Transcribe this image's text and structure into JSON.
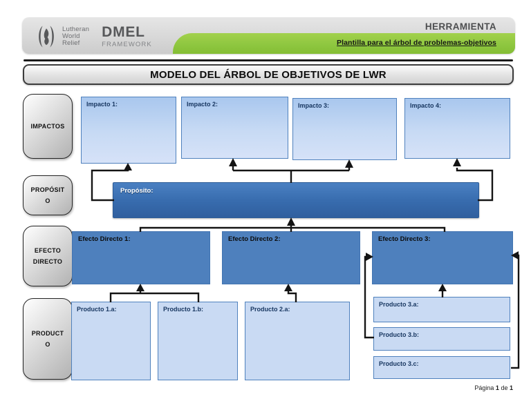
{
  "header": {
    "org_line1": "Lutheran",
    "org_line2": "World",
    "org_line3": "Relief",
    "brand": "DMEL",
    "brand_sub": "FRAMEWORK",
    "right_title": "HERRAMIENTA",
    "banner_link": "Plantilla para el árbol de problemas-objetivos"
  },
  "title": "MODELO DEL ÁRBOL DE OBJETIVOS DE LWR",
  "row_labels": {
    "impactos": {
      "lines": [
        "IMPACTOS"
      ]
    },
    "proposito": {
      "lines": [
        "PROPÓSIT",
        "O"
      ]
    },
    "efecto": {
      "lines": [
        "EFECTO",
        "DIRECTO"
      ]
    },
    "producto": {
      "lines": [
        "PRODUCT",
        "O"
      ]
    }
  },
  "impactos": [
    {
      "label": "Impacto 1:"
    },
    {
      "label": "Impacto 2:"
    },
    {
      "label": "Impacto 3:"
    },
    {
      "label": "Impacto 4:"
    }
  ],
  "proposito": {
    "label": "Propósito:"
  },
  "efectos": [
    {
      "label": "Efecto Directo 1:"
    },
    {
      "label": "Efecto Directo 2:"
    },
    {
      "label": "Efecto Directo 3:"
    }
  ],
  "productos": [
    {
      "label": "Producto 1.a:"
    },
    {
      "label": "Producto 1.b:"
    },
    {
      "label": "Producto 2.a:"
    },
    {
      "label": "Producto 3.a:"
    },
    {
      "label": "Producto 3.b:"
    },
    {
      "label": "Producto 3.c:"
    }
  ],
  "footer": {
    "label": "Página",
    "page": "1",
    "of": "de",
    "total": "1"
  },
  "colors": {
    "accent_green": "#8dc63f",
    "blue_dark": "#376bad",
    "blue_mid": "#4e80bd",
    "blue_light": "#c9daf3",
    "header_gray": "#d4d4d4",
    "logo_gray": "#57585a"
  }
}
